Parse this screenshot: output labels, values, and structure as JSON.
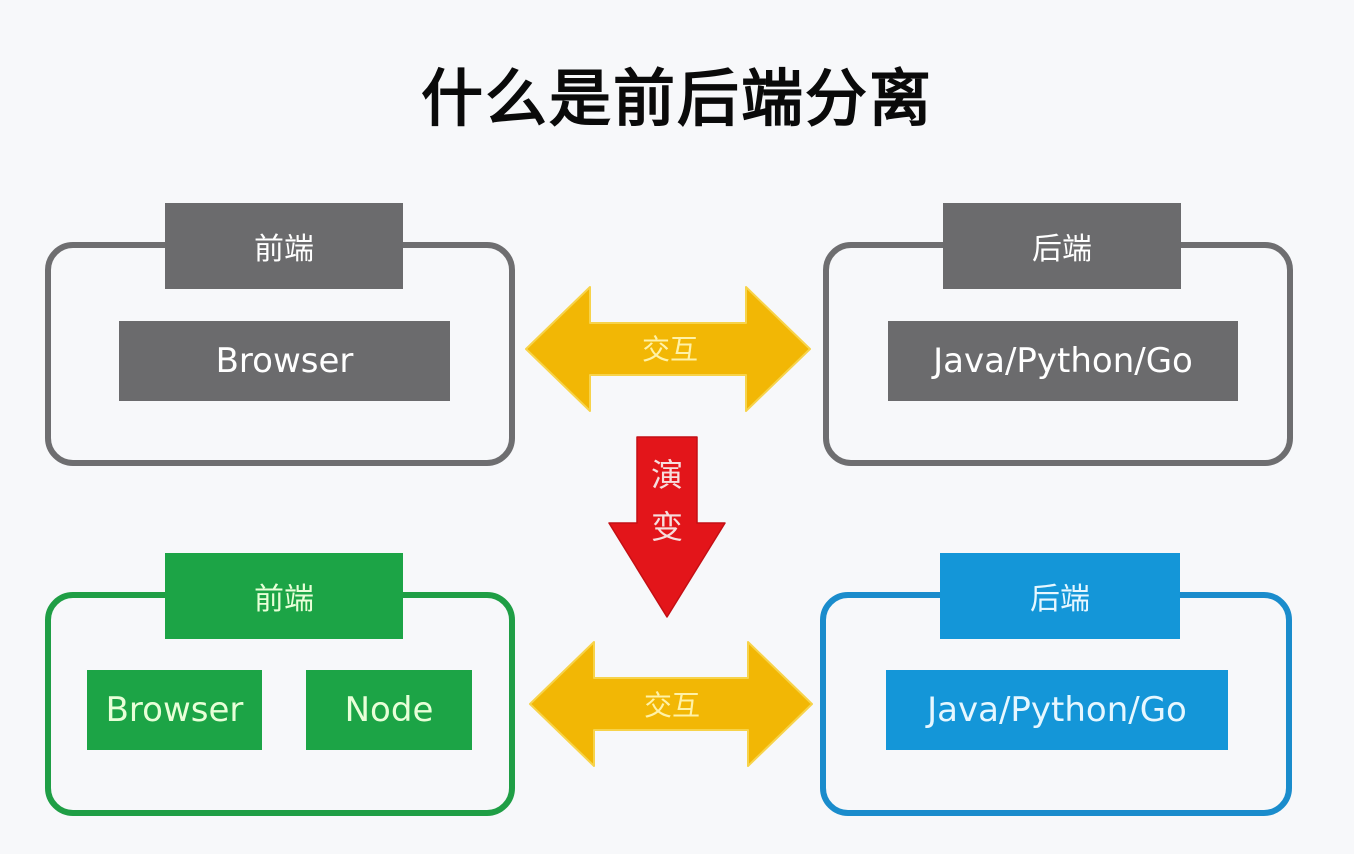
{
  "title": "什么是前后端分离",
  "colors": {
    "gray": "#6b6b6d",
    "green": "#1ca446",
    "blue": "#1496d8",
    "yellow_arrow": "#f2b705",
    "red_arrow": "#e3151a"
  },
  "before": {
    "frontend": {
      "tag": "前端",
      "items": [
        "Browser"
      ]
    },
    "interaction_label": "交互",
    "backend": {
      "tag": "后端",
      "items": [
        "Java/Python/Go"
      ]
    }
  },
  "evolution_label_line1": "演",
  "evolution_label_line2": "变",
  "after": {
    "frontend": {
      "tag": "前端",
      "items": [
        "Browser",
        "Node"
      ]
    },
    "interaction_label": "交互",
    "backend": {
      "tag": "后端",
      "items": [
        "Java/Python/Go"
      ]
    }
  }
}
